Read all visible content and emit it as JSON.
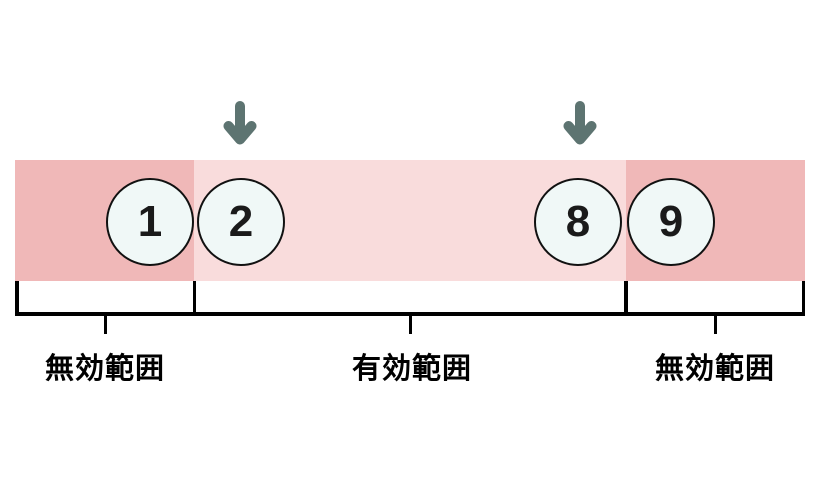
{
  "diagram": {
    "type": "range-band-diagram",
    "band_sections": [
      {
        "name": "invalid-left",
        "label": "無効範囲",
        "color": "#f0b8b8"
      },
      {
        "name": "valid-middle",
        "label": "有効範囲",
        "color": "#f9dcdc"
      },
      {
        "name": "invalid-right",
        "label": "無効範囲",
        "color": "#f0b8b8"
      }
    ],
    "circles": [
      {
        "value": "1",
        "section": "invalid-left"
      },
      {
        "value": "2",
        "section": "valid-middle"
      },
      {
        "value": "8",
        "section": "valid-middle"
      },
      {
        "value": "9",
        "section": "invalid-right"
      }
    ],
    "arrows": [
      {
        "icon": "down-arrow-icon",
        "glyph": "↓",
        "points_to": "2"
      },
      {
        "icon": "down-arrow-icon",
        "glyph": "↓",
        "points_to": "8"
      }
    ],
    "labels": {
      "left": "無効範囲",
      "middle": "有効範囲",
      "right": "無効範囲"
    },
    "colors": {
      "background": "#ffffff",
      "invalid_band": "#f0b8b8",
      "valid_band": "#f9dcdc",
      "circle_fill": "#f0f8f7",
      "circle_border": "#111111",
      "arrow": "#5d7471",
      "bracket_line": "#000000",
      "label_text": "#000000"
    }
  }
}
